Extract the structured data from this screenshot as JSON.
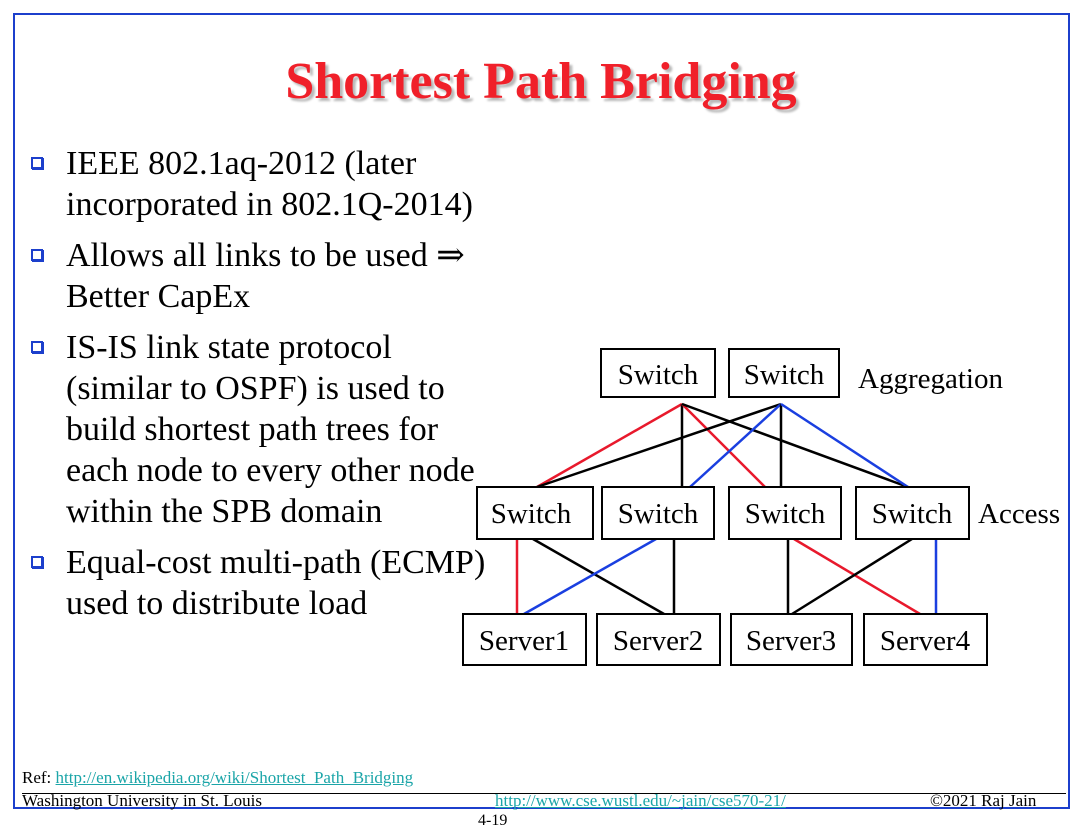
{
  "slide": {
    "title": "Shortest Path Bridging",
    "bullets": [
      "IEEE 802.1aq-2012 (later incorporated in 802.1Q-2014)",
      "Allows all links to be used ⇒ Better CapEx",
      "IS-IS link state protocol (similar to OSPF) is used to build shortest path trees for each node to every other node within the SPB domain",
      "Equal-cost multi-path (ECMP) used to distribute load"
    ]
  },
  "diagram": {
    "aggregation_label": "Aggregation",
    "access_label": "Access",
    "aggregation_switches": [
      "Switch",
      "Switch"
    ],
    "access_switches": [
      "Switch",
      "Switch",
      "Switch",
      "Switch"
    ],
    "servers": [
      "Server1",
      "Server2",
      "Server3",
      "Server4"
    ],
    "colors": {
      "red_path": "#e8192c",
      "blue_path": "#1a3fe0",
      "default_link": "#000000"
    }
  },
  "reference": {
    "prefix": "Ref: ",
    "url": "http://en.wikipedia.org/wiki/Shortest_Path_Bridging"
  },
  "footer": {
    "left": "Washington University in St. Louis",
    "center": "http://www.cse.wustl.edu/~jain/cse570-21/",
    "right": "©2021 Raj Jain",
    "page": "4-19"
  },
  "theme": {
    "title_color": "#f0202a",
    "frame_color": "#1c3fcc",
    "link_color": "#1ba5a8"
  }
}
